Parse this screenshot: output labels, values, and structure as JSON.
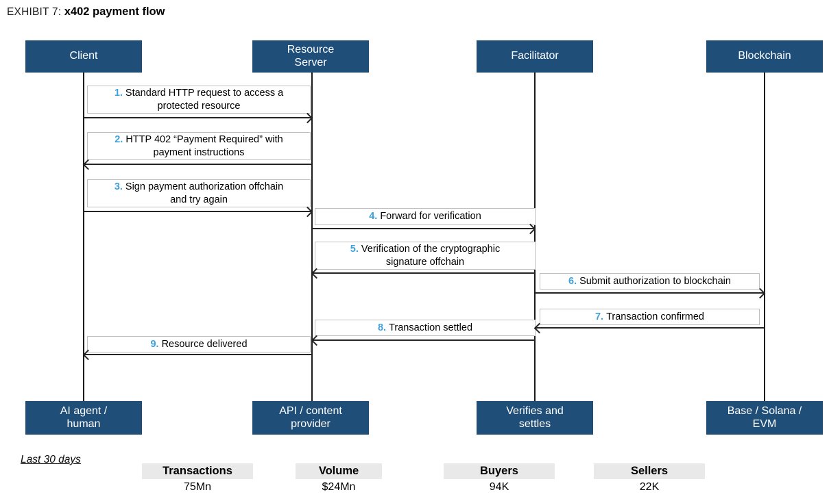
{
  "title": {
    "prefix": "EXHIBIT 7: ",
    "bold": "x402 payment flow"
  },
  "colors": {
    "actor_box": "#1F4E79",
    "step_number": "#3EA1DC",
    "message_border": "#BFBFBF",
    "line": "#242424",
    "stat_header_bg": "#E9E9E9"
  },
  "actors": [
    {
      "top": "Client",
      "bottom": "AI agent /\nhuman"
    },
    {
      "top": "Resource\nServer",
      "bottom": "API / content\nprovider"
    },
    {
      "top": "Facilitator",
      "bottom": "Verifies and\nsettles"
    },
    {
      "top": "Blockchain",
      "bottom": "Base / Solana /\nEVM"
    }
  ],
  "messages": [
    {
      "num": "1.",
      "text": "Standard HTTP request to access a\nprotected resource",
      "from": "Client",
      "to": "Resource Server"
    },
    {
      "num": "2.",
      "text": "HTTP 402 “Payment Required” with\npayment instructions",
      "from": "Resource Server",
      "to": "Client"
    },
    {
      "num": "3.",
      "text": "Sign payment authorization offchain\nand try again",
      "from": "Client",
      "to": "Resource Server"
    },
    {
      "num": "4.",
      "text": "Forward for verification",
      "from": "Resource Server",
      "to": "Facilitator"
    },
    {
      "num": "5.",
      "text": "Verification of the cryptographic\nsignature offchain",
      "from": "Facilitator",
      "to": "Resource Server"
    },
    {
      "num": "6.",
      "text": "Submit authorization to blockchain",
      "from": "Facilitator",
      "to": "Blockchain"
    },
    {
      "num": "7.",
      "text": "Transaction confirmed",
      "from": "Blockchain",
      "to": "Facilitator"
    },
    {
      "num": "8.",
      "text": "Transaction settled",
      "from": "Facilitator",
      "to": "Resource Server"
    },
    {
      "num": "9.",
      "text": "Resource delivered",
      "from": "Resource Server",
      "to": "Client"
    }
  ],
  "stats": {
    "period": "Last 30 days",
    "items": [
      {
        "label": "Transactions",
        "value": "75Mn"
      },
      {
        "label": "Volume",
        "value": "$24Mn"
      },
      {
        "label": "Buyers",
        "value": "94K"
      },
      {
        "label": "Sellers",
        "value": "22K"
      }
    ]
  }
}
